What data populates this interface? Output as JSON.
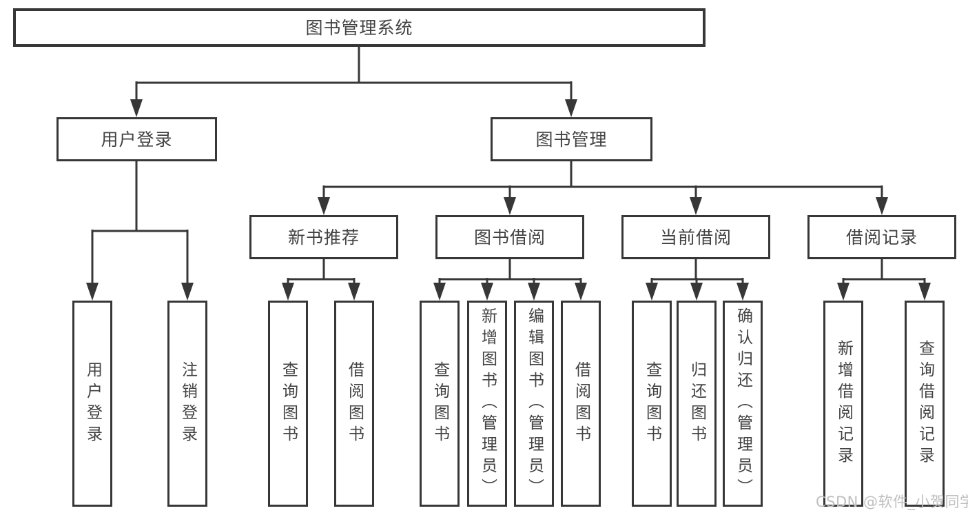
{
  "diagram_title": "图书管理系统",
  "tree": {
    "label": "图书管理系统",
    "children": [
      {
        "label": "用户登录",
        "children": [
          {
            "label": "用户登录"
          },
          {
            "label": "注销登录"
          }
        ]
      },
      {
        "label": "图书管理",
        "children": [
          {
            "label": "新书推荐",
            "children": [
              {
                "label": "查询图书"
              },
              {
                "label": "借阅图书"
              }
            ]
          },
          {
            "label": "图书借阅",
            "children": [
              {
                "label": "查询图书"
              },
              {
                "label": "新增图书（管理员）"
              },
              {
                "label": "编辑图书（管理员）"
              },
              {
                "label": "借阅图书"
              }
            ]
          },
          {
            "label": "当前借阅",
            "children": [
              {
                "label": "查询图书"
              },
              {
                "label": "归还图书"
              },
              {
                "label": "确认归还（管理员）"
              }
            ]
          },
          {
            "label": "借阅记录",
            "children": [
              {
                "label": "新增借阅记录"
              },
              {
                "label": "查询借阅记录"
              }
            ]
          }
        ]
      }
    ]
  },
  "watermark": {
    "text": "CSDN @软件_小贺同学"
  },
  "colors": {
    "line": "#373737",
    "border": "#373737",
    "text": "#424242",
    "watermark": "#bfbfbf",
    "background": "#ffffff"
  }
}
